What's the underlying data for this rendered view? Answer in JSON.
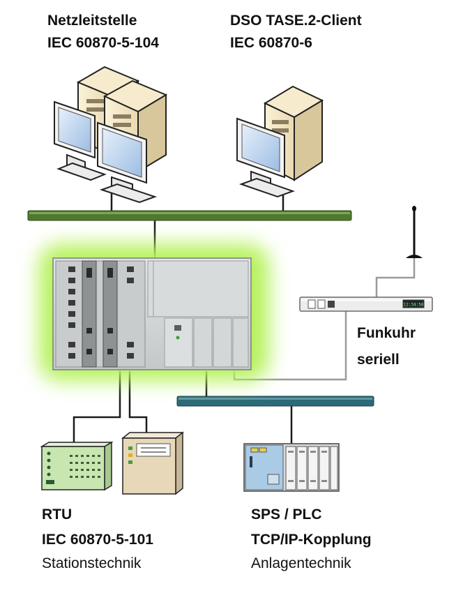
{
  "labels": {
    "netzleitstelle": {
      "title": "Netzleitstelle",
      "protocol": "IEC 60870-5-104"
    },
    "dso_client": {
      "title": "DSO TASE.2-Client",
      "protocol": "IEC 60870-6"
    },
    "funkuhr": {
      "line1": "Funkuhr",
      "line2": "seriell"
    },
    "rtu": {
      "title": "RTU",
      "protocol": "IEC 60870-5-101",
      "subtitle": "Stationstechnik"
    },
    "sps": {
      "title": "SPS / PLC",
      "protocol": "TCP/IP-Kopplung",
      "subtitle": "Anlagentechnik"
    }
  },
  "colors": {
    "top_bus": "#4f7a2e",
    "bottom_bus": "#2c6a78",
    "glow": "#b6f25c",
    "chassis": "#d3d6d6",
    "serial_line": "#9a9a9a",
    "monitor_screen": "#bcd3ee",
    "rtu_body": "#c8e6b0",
    "sps_module": "#d9dadc",
    "sps_panel": "#a9cbe6"
  },
  "clock_display": "12:34:56"
}
